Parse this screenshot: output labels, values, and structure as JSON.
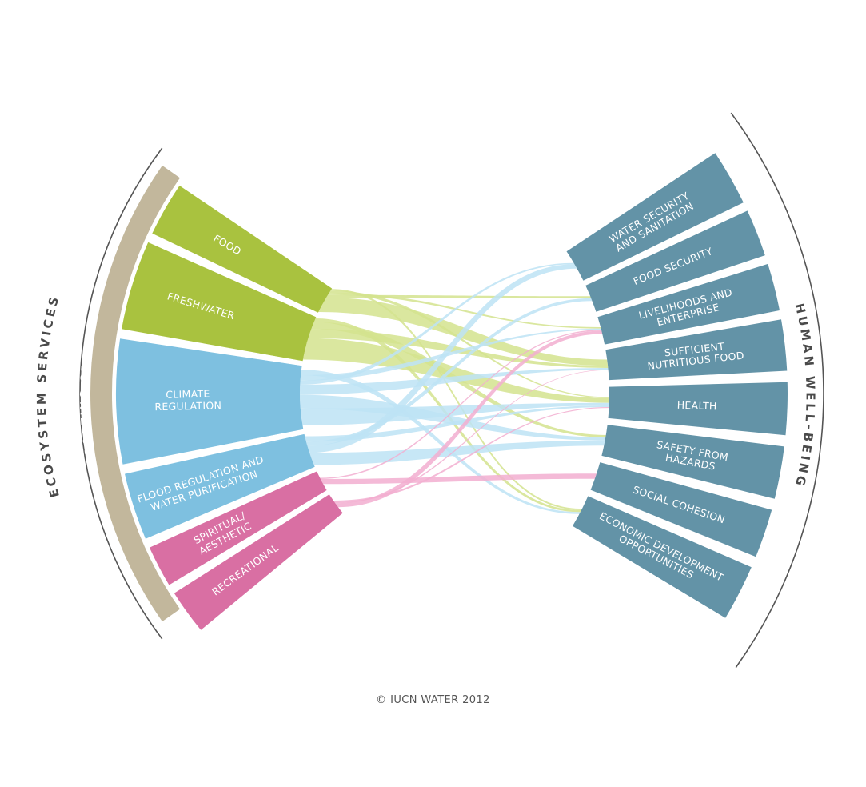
{
  "left_title": "ECOSYSTEM SERVICES",
  "supporting_label": "SUPPORTING SERVICES",
  "right_title": "HUMAN WELL-BEING",
  "copyright": "© IUCN WATER 2012",
  "colors": {
    "green": "#a9c23f",
    "green_light": "#d4e38e",
    "blue": "#7ec0e0",
    "blue_light": "#bde3f5",
    "pink": "#d96fa3",
    "pink_light": "#f2aed0",
    "teal": "#6393a7",
    "tan": "#c2b79c",
    "arc": "#555555"
  },
  "ecosystem_services": [
    {
      "id": "food",
      "lines": [
        "FOOD"
      ],
      "color": "green"
    },
    {
      "id": "freshwater",
      "lines": [
        "FRESHWATER"
      ],
      "color": "green"
    },
    {
      "id": "climate-regulation",
      "lines": [
        "CLIMATE",
        "REGULATION"
      ],
      "color": "blue"
    },
    {
      "id": "flood-regulation",
      "lines": [
        "FLOOD REGULATION AND",
        "WATER PURIFICATION"
      ],
      "color": "blue"
    },
    {
      "id": "spiritual-aesthetic",
      "lines": [
        "SPIRITUAL/",
        "AESTHETIC"
      ],
      "color": "pink"
    },
    {
      "id": "recreational",
      "lines": [
        "RECREATIONAL"
      ],
      "color": "pink"
    }
  ],
  "well_being": [
    {
      "id": "water-security",
      "lines": [
        "WATER SECURITY",
        "AND SANITATION"
      ]
    },
    {
      "id": "food-security",
      "lines": [
        "FOOD SECURITY"
      ]
    },
    {
      "id": "livelihoods",
      "lines": [
        "LIVELIHOODS AND",
        "ENTERPRISE"
      ]
    },
    {
      "id": "nutritious-food",
      "lines": [
        "SUFFICIENT",
        "NUTRITIOUS FOOD"
      ]
    },
    {
      "id": "health",
      "lines": [
        "HEALTH"
      ]
    },
    {
      "id": "safety-hazards",
      "lines": [
        "SAFETY FROM",
        "HAZARDS"
      ]
    },
    {
      "id": "social-cohesion",
      "lines": [
        "SOCIAL COHESION"
      ]
    },
    {
      "id": "economic-development",
      "lines": [
        "ECONOMIC DEVELOPMENT",
        "OPPORTUNITIES"
      ]
    }
  ],
  "flows": [
    {
      "from": "food",
      "to": "nutritious-food",
      "color": "green_light",
      "weight": 0.55
    },
    {
      "from": "food",
      "to": "food-security",
      "color": "green_light",
      "weight": 0.1
    },
    {
      "from": "food",
      "to": "livelihoods",
      "color": "green_light",
      "weight": 0.08
    },
    {
      "from": "food",
      "to": "health",
      "color": "green_light",
      "weight": 0.1
    },
    {
      "from": "food",
      "to": "economic-development",
      "color": "green_light",
      "weight": 0.06
    },
    {
      "from": "freshwater",
      "to": "health",
      "color": "green_light",
      "weight": 0.45
    },
    {
      "from": "freshwater",
      "to": "nutritious-food",
      "color": "green_light",
      "weight": 0.2
    },
    {
      "from": "freshwater",
      "to": "safety-hazards",
      "color": "green_light",
      "weight": 0.15
    },
    {
      "from": "freshwater",
      "to": "economic-development",
      "color": "green_light",
      "weight": 0.08
    },
    {
      "from": "climate-regulation",
      "to": "health",
      "color": "blue_light",
      "weight": 0.25
    },
    {
      "from": "climate-regulation",
      "to": "safety-hazards",
      "color": "blue_light",
      "weight": 0.2
    },
    {
      "from": "climate-regulation",
      "to": "nutritious-food",
      "color": "blue_light",
      "weight": 0.15
    },
    {
      "from": "climate-regulation",
      "to": "water-security",
      "color": "blue_light",
      "weight": 0.06
    },
    {
      "from": "climate-regulation",
      "to": "livelihoods",
      "color": "blue_light",
      "weight": 0.08
    },
    {
      "from": "climate-regulation",
      "to": "economic-development",
      "color": "blue_light",
      "weight": 0.08
    },
    {
      "from": "flood-regulation",
      "to": "safety-hazards",
      "color": "blue_light",
      "weight": 0.35
    },
    {
      "from": "flood-regulation",
      "to": "water-security",
      "color": "blue_light",
      "weight": 0.2
    },
    {
      "from": "flood-regulation",
      "to": "food-security",
      "color": "blue_light",
      "weight": 0.12
    },
    {
      "from": "flood-regulation",
      "to": "health",
      "color": "blue_light",
      "weight": 0.15
    },
    {
      "from": "spiritual-aesthetic",
      "to": "social-cohesion",
      "color": "pink_light",
      "weight": 0.25
    },
    {
      "from": "spiritual-aesthetic",
      "to": "livelihoods",
      "color": "pink_light",
      "weight": 0.06
    },
    {
      "from": "recreational",
      "to": "livelihoods",
      "color": "pink_light",
      "weight": 0.2
    },
    {
      "from": "recreational",
      "to": "nutritious-food",
      "color": "pink_light",
      "weight": 0.05
    },
    {
      "from": "recreational",
      "to": "health",
      "color": "pink_light",
      "weight": 0.08
    }
  ]
}
